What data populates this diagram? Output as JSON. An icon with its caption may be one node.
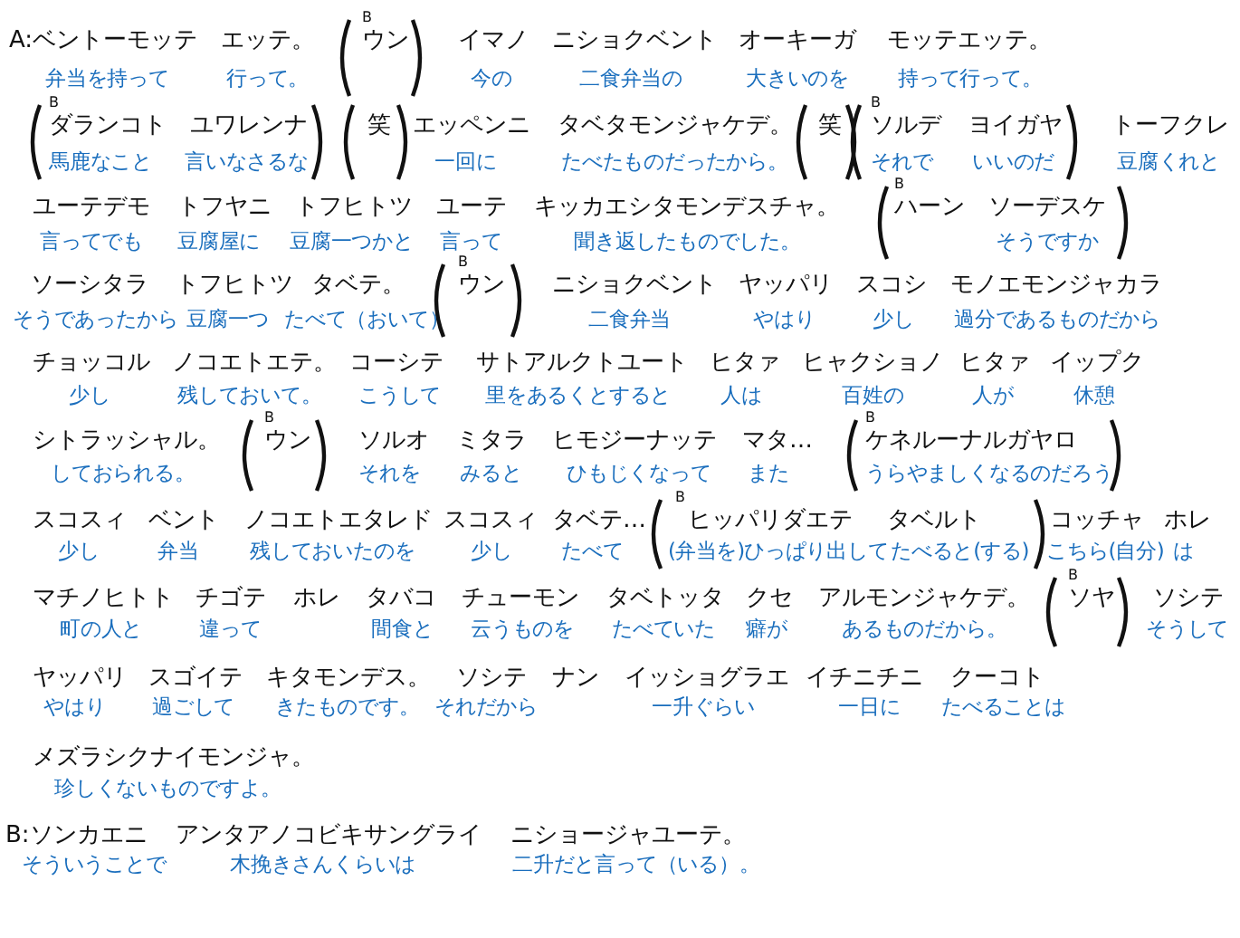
{
  "diagram": {
    "labels": [
      "A:ベントーモッテ",
      "エッテ。",
      "B",
      "ウン",
      "イマノ",
      "ニショクベント",
      "オーキーガ",
      "モッテエッテ。",
      "弁当を持って",
      "行って。",
      "今の",
      "二食弁当の",
      "大きいのを",
      "持って行って。",
      "B",
      "ダランコト",
      "ユワレンナ",
      "笑",
      "エッペンニ",
      "タベタモンジャケデ。",
      "笑",
      "B",
      "ソルデ",
      "ヨイガヤ",
      "トーフクレ",
      "馬鹿なこと",
      "言いなさるな",
      "一回に",
      "たべたものだったから。",
      "それで",
      "いいのだ",
      "豆腐くれと",
      "ユーテデモ",
      "トフヤニ",
      "トフヒトツ",
      "ユーテ",
      "キッカエシタモンデスチャ。",
      "B",
      "ハーン",
      "ソーデスケ",
      "言ってでも",
      "豆腐屋に",
      "豆腐一つかと",
      "言って",
      "聞き返したものでした。",
      "そうですか",
      "ソーシタラ",
      "トフヒトツ",
      "タベテ。",
      "B",
      "ウン",
      "ニショクベント",
      "ヤッパリ",
      "スコシ",
      "モノエモンジャカラ",
      "そうであったから",
      "豆腐一つ",
      "たべて（おいて）",
      "二食弁当",
      "やはり",
      "少し",
      "過分であるものだから",
      "チョッコル",
      "ノコエトエテ。",
      "コーシテ",
      "サトアルクトユート",
      "ヒタァ",
      "ヒャクショノ",
      "ヒタァ",
      "イップク",
      "少し",
      "残しておいて。",
      "こうして",
      "里をあるくとすると",
      "人は",
      "百姓の",
      "人が",
      "休憩",
      "シトラッシャル。",
      "B",
      "ウン",
      "ソルオ",
      "ミタラ",
      "ヒモジーナッテ",
      "マタ…",
      "B",
      "ケネルーナルガヤロ",
      "しておられる。",
      "それを",
      "みると",
      "ひもじくなって",
      "また",
      "うらやましくなるのだろう",
      "スコスィ",
      "ベント",
      "ノコエトエタレド",
      "スコスィ",
      "タベテ…",
      "B",
      "ヒッパリダエテ",
      "タベルト",
      "コッチャ",
      "ホレ",
      "少し",
      "弁当",
      "残しておいたのを",
      "少し",
      "たべて",
      "(弁当を)ひっぱり出して",
      "たべると(する)",
      "こちら(自分)",
      "は",
      "マチノヒトト",
      "チゴテ",
      "ホレ",
      "タバコ",
      "チューモン",
      "タベトッタ",
      "クセ",
      "アルモンジャケデ。",
      "B",
      "ソヤ",
      "ソシテ",
      "町の人と",
      "違って",
      "間食と",
      "云うものを",
      "たべていた",
      "癖が",
      "あるものだから。",
      "そうして",
      "ヤッパリ",
      "スゴイテ",
      "キタモンデス。",
      "ソシテ",
      "ナン",
      "イッショグラエ",
      "イチニチニ",
      "クーコト",
      "やはり",
      "過ごして",
      "きたものです。",
      "それだから",
      "一升ぐらい",
      "一日に",
      "たべることは",
      "メズラシクナイモンジャ。",
      "珍しくないものですよ。",
      "B:ソンカエニ",
      "アンタアノコビキサングライ",
      "ニショージャユーテ。",
      "そういうことで",
      "木挽きさんくらいは",
      "二升だと言って（いる）。"
    ]
  }
}
